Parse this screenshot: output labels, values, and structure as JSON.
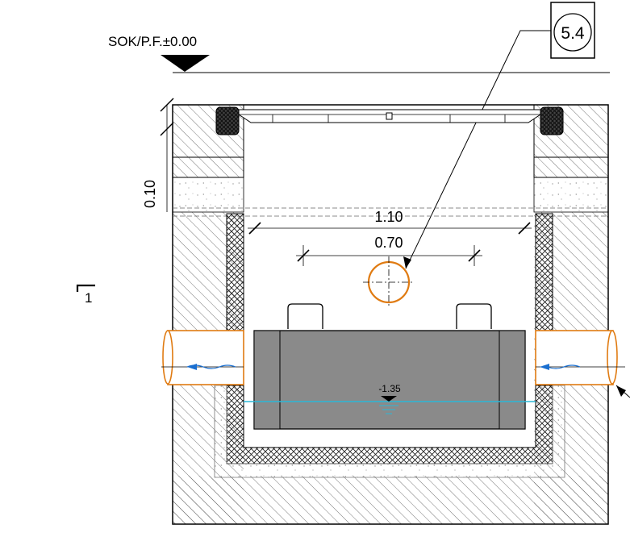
{
  "labels": {
    "level_marker": "SOK/P.F.±0.00",
    "detail_ref": "5.4",
    "dim_wall": "0.10",
    "dim_inner": "1.10",
    "dim_pipe": "0.70",
    "water_level": "-1.35",
    "section_ref": "1"
  },
  "colors": {
    "pipe": "#e07b12",
    "water": "#2ab8d8",
    "flow_arrow": "#1a6fd0",
    "tank": "#8a8a8a",
    "line": "#000000"
  }
}
